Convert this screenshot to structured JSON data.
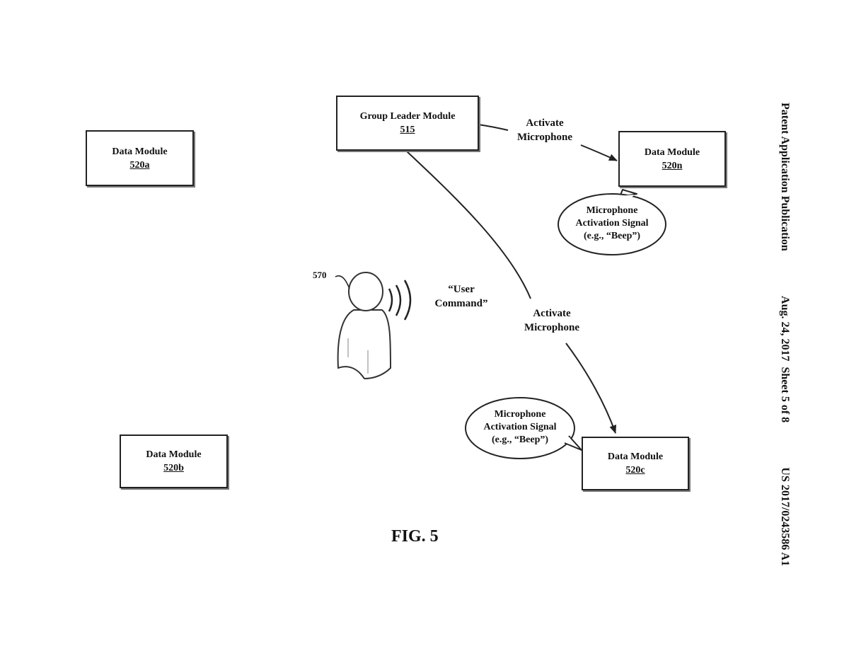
{
  "header": {
    "publication": "Patent Application Publication",
    "date_sheet": "Aug. 24, 2017  Sheet 5 of 8",
    "number": "US 2017/0243586 A1"
  },
  "figure": {
    "caption": "FIG. 5"
  },
  "nodes": {
    "leader": {
      "title": "Group Leader Module",
      "ref": "515"
    },
    "data_a": {
      "title": "Data Module",
      "ref": "520a"
    },
    "data_n": {
      "title": "Data Module",
      "ref": "520n"
    },
    "data_b": {
      "title": "Data Module",
      "ref": "520b"
    },
    "data_c": {
      "title": "Data Module",
      "ref": "520c"
    }
  },
  "edges": {
    "to_n": {
      "line1": "Activate",
      "line2": "Microphone"
    },
    "to_c": {
      "line1": "Activate",
      "line2": "Microphone"
    }
  },
  "bubbles": {
    "n": {
      "line1": "Microphone",
      "line2": "Activation Signal",
      "line3": "(e.g., “Beep”)"
    },
    "c": {
      "line1": "Microphone",
      "line2": "Activation Signal",
      "line3": "(e.g., “Beep”)"
    }
  },
  "user": {
    "ref": "570",
    "command_line1": "“User",
    "command_line2": "Command”"
  }
}
